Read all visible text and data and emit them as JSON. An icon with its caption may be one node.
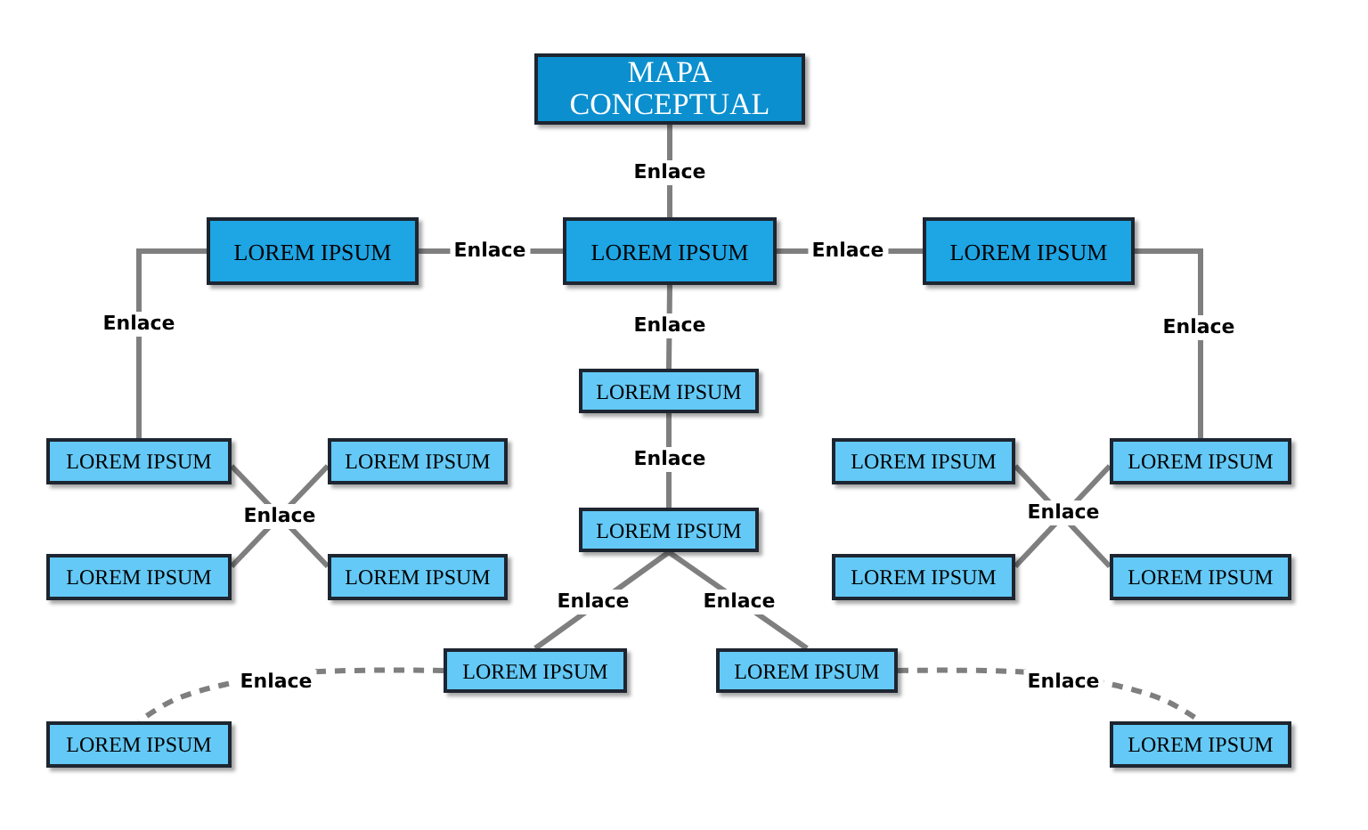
{
  "diagram": {
    "nodes": [
      {
        "text": [
          "MAPA CONCEPTUAL"
        ]
      },
      {
        "text": [
          "LOREM IPSUM"
        ]
      },
      {
        "text": [
          "LOREM IPSUM"
        ]
      },
      {
        "text": [
          "LOREM IPSUM"
        ]
      },
      {
        "text": [
          "LOREM IPSUM"
        ]
      },
      {
        "text": [
          "LOREM IPSUM"
        ]
      },
      {
        "text": [
          "LOREM IPSUM"
        ]
      },
      {
        "text": [
          "LOREM IPSUM"
        ]
      },
      {
        "text": [
          "LOREM IPSUM"
        ]
      },
      {
        "text": [
          "LOREM IPSUM"
        ]
      },
      {
        "text": [
          "LOREM IPSUM"
        ]
      },
      {
        "text": [
          "LOREM IPSUM"
        ]
      },
      {
        "text": [
          "LOREM IPSUM"
        ]
      },
      {
        "text": [
          "LOREM IPSUM"
        ]
      },
      {
        "text": [
          "LOREM IPSUM"
        ]
      },
      {
        "text": [
          "LOREM IPSUM"
        ]
      },
      {
        "text": [
          "LOREM IPSUM"
        ]
      },
      {
        "text": [
          "LOREM IPSUM"
        ]
      }
    ],
    "edges": [
      {
        "from": 0,
        "to": 1,
        "arrow": "none",
        "label": "Enlace"
      },
      {
        "from": 1,
        "to": 2,
        "arrow": "none",
        "label": "Enlace"
      },
      {
        "from": 1,
        "to": 3,
        "arrow": "none",
        "label": "Enlace"
      },
      {
        "from": 1,
        "to": 4,
        "arrow": "none",
        "label": "Enlace"
      },
      {
        "from": 4,
        "to": 5,
        "arrow": "none",
        "label": "Enlace"
      },
      {
        "from": 2,
        "to": 6,
        "arrow": "none",
        "label": "Enlace"
      },
      {
        "from": 3,
        "to": 11,
        "arrow": "none",
        "label": "Enlace"
      },
      {
        "from": 6,
        "to": 9,
        "arrow": "none",
        "label": "Enlace"
      },
      {
        "from": 7,
        "to": 8,
        "arrow": "none"
      },
      {
        "from": 10,
        "to": 13,
        "arrow": "none",
        "label": "Enlace"
      },
      {
        "from": 11,
        "to": 12,
        "arrow": "none"
      },
      {
        "from": 5,
        "to": 14,
        "arrow": "none",
        "label": "Enlace"
      },
      {
        "from": 5,
        "to": 15,
        "arrow": "none",
        "label": "Enlace"
      },
      {
        "from": 14,
        "to": 16,
        "arrow": "none",
        "label": "Enlace",
        "style": "dashed"
      },
      {
        "from": 15,
        "to": 17,
        "arrow": "none",
        "label": "Enlace",
        "style": "dashed"
      }
    ]
  }
}
